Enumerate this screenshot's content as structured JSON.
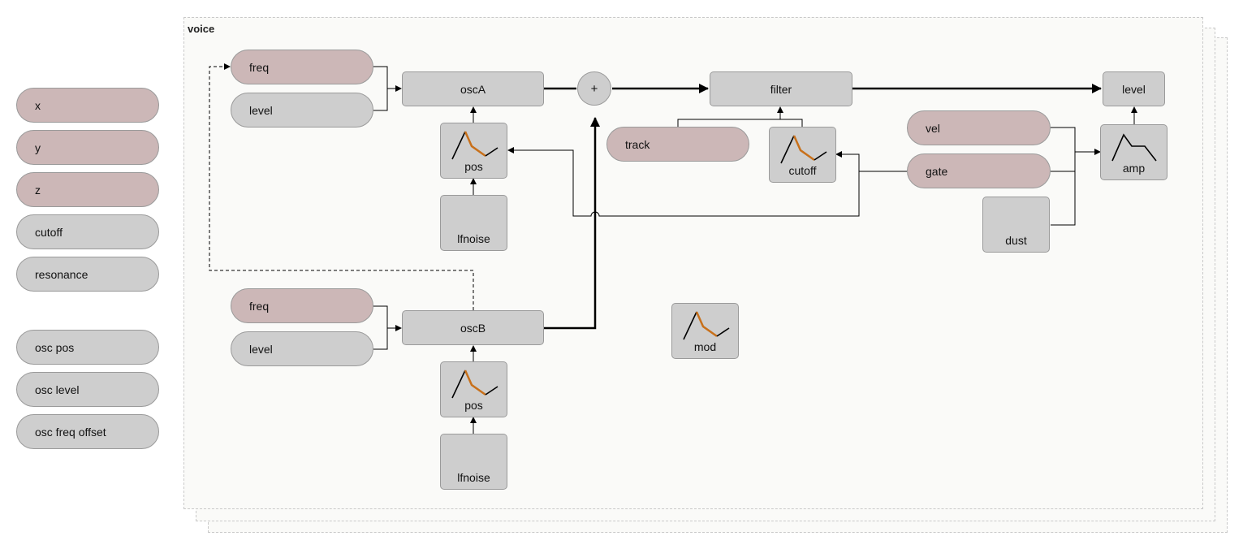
{
  "controls": {
    "items": [
      {
        "label": "x",
        "color": "#ccb7b7"
      },
      {
        "label": "y",
        "color": "#ccb7b7"
      },
      {
        "label": "z",
        "color": "#ccb7b7"
      },
      {
        "label": "cutoff",
        "color": "#cecece"
      },
      {
        "label": "resonance",
        "color": "#cecece"
      },
      {
        "label": "osc pos",
        "color": "#cecece"
      },
      {
        "label": "osc level",
        "color": "#cecece"
      },
      {
        "label": "osc freq offset",
        "color": "#cecece"
      }
    ]
  },
  "voice": {
    "title": "voice",
    "oscA": {
      "label": "oscA",
      "freq": "freq",
      "level": "level",
      "env": "pos",
      "lfo": "lfnoise"
    },
    "oscB": {
      "label": "oscB",
      "freq": "freq",
      "level": "level",
      "env": "pos",
      "lfo": "lfnoise"
    },
    "sum": "+",
    "filter": {
      "label": "filter",
      "track": "track",
      "env": "cutoff"
    },
    "vel": "vel",
    "gate": "gate",
    "dust": "dust",
    "amp": "amp",
    "out_level": "level",
    "mod": "mod"
  },
  "colors": {
    "pink": "#ccb7b7",
    "grey": "#cecece",
    "env_accent": "#c8701a"
  }
}
